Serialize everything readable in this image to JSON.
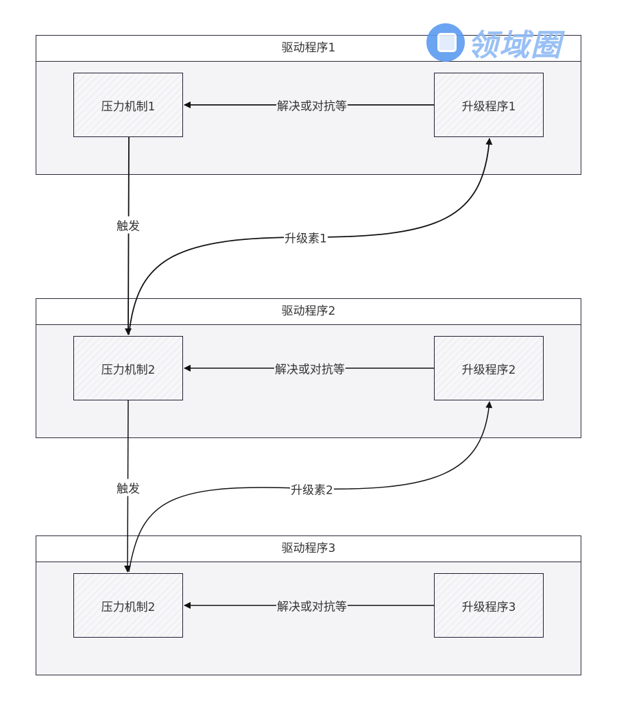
{
  "lanes": [
    {
      "title": "驱动程序1",
      "pressure": "压力机制1",
      "upgrade": "升级程序1",
      "edge_label": "解决或对抗等"
    },
    {
      "title": "驱动程序2",
      "pressure": "压力机制2",
      "upgrade": "升级程序2",
      "edge_label": "解决或对抗等"
    },
    {
      "title": "驱动程序3",
      "pressure": "压力机制2",
      "upgrade": "升级程序3",
      "edge_label": "解决或对抗等"
    }
  ],
  "trigger_edges": [
    {
      "label": "触发"
    },
    {
      "label": "触发"
    }
  ],
  "upgrade_edges": [
    {
      "label": "升级素1"
    },
    {
      "label": "升级素2"
    }
  ],
  "watermark": {
    "text": "领域圈",
    "color": "#5b9bf0"
  }
}
